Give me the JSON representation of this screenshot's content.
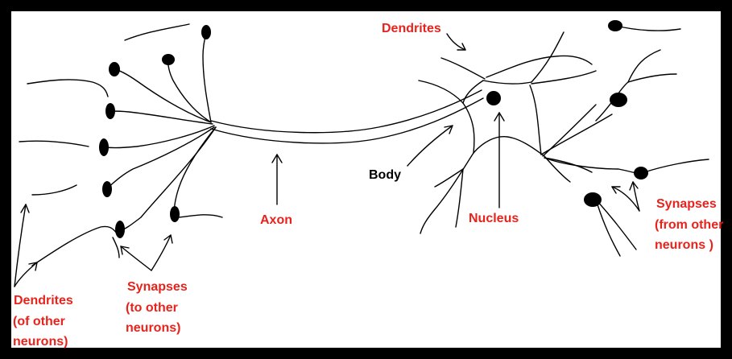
{
  "colors": {
    "frame": "#000000",
    "background": "#ffffff",
    "red_label": "#e8231c",
    "ink": "#000000"
  },
  "labels": {
    "dendrites_top": "Dendrites",
    "body": "Body",
    "nucleus": "Nucleus",
    "axon": "Axon",
    "synapses_from": [
      "Synapses",
      "(from other",
      "neurons )"
    ],
    "synapses_to": [
      "Synapses",
      "(to other",
      "neurons)"
    ],
    "dendrites_other": [
      "Dendrites",
      "(of other",
      "neurons)"
    ]
  }
}
